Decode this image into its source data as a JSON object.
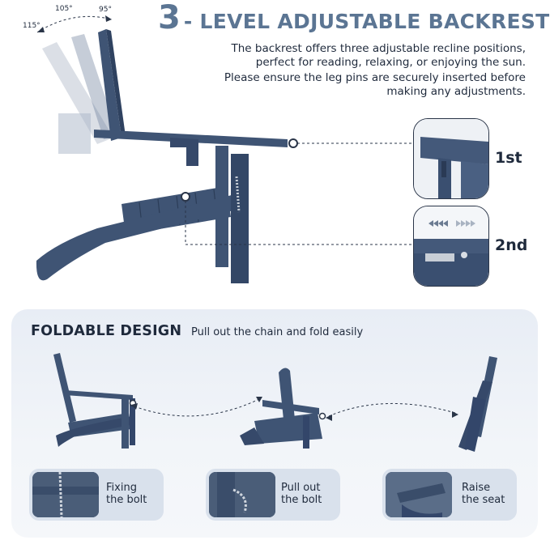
{
  "header": {
    "number": "3",
    "title_rest": "- LEVEL ADJUSTABLE BACKREST"
  },
  "description": {
    "line1": "The backrest offers three adjustable recline positions, perfect for reading, relaxing, or enjoying the sun.",
    "line2": "Please ensure the leg pins are securely inserted before making any adjustments."
  },
  "angles": {
    "a115": "115°",
    "a105": "105°",
    "a95": "95°"
  },
  "positions": {
    "first": "1st",
    "second": "2nd"
  },
  "foldable": {
    "title": "FOLDABLE DESIGN",
    "subtitle": "Pull out the chain and fold easily"
  },
  "steps": [
    {
      "label_line1": "Fixing",
      "label_line2": "the bolt"
    },
    {
      "label_line1": "Pull out",
      "label_line2": "the bolt"
    },
    {
      "label_line1": "Raise",
      "label_line2": "the seat"
    }
  ],
  "colors": {
    "accent": "#5b7593",
    "chair": "#3f5474",
    "text": "#1f2a3c"
  },
  "icons": {
    "arrows_left": "chevrons-left-icon",
    "arrows_right": "chevrons-right-icon"
  }
}
